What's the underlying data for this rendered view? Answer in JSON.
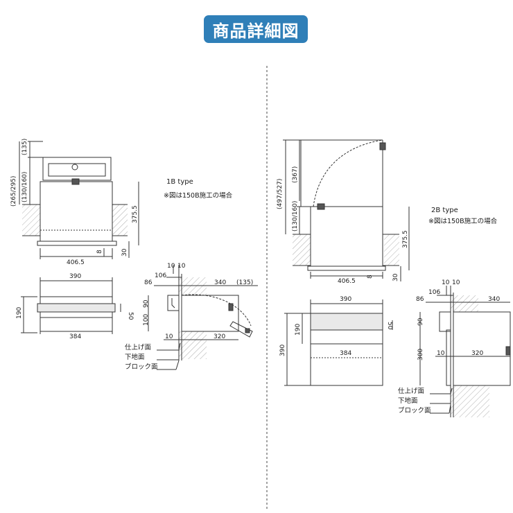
{
  "title": "商品詳細図",
  "colors": {
    "banner": "#2f7fb8",
    "line": "#333333",
    "hatch": "#aaaaaa"
  },
  "type_1b": {
    "type_label": "1B type",
    "note": "※図は150B施工の場合",
    "dims": {
      "top_135": "(135)",
      "range_265_295": "(265/295)",
      "range_130_160": "(130/160)",
      "height_375": "375.5",
      "width_406": "406.5",
      "d8": "8",
      "d30": "30",
      "w390": "390",
      "h190": "190",
      "w384": "384",
      "d50": "50",
      "d10a": "10",
      "d10b": "10",
      "d86": "86",
      "d106": "106",
      "d340": "340",
      "d135b": "(135)",
      "d90": "90",
      "d100": "100",
      "d10c": "10",
      "d320": "320"
    },
    "labels": {
      "finish": "仕上げ面",
      "base": "下地面",
      "block": "ブロック面"
    }
  },
  "type_2b": {
    "type_label": "2B type",
    "note": "※図は150B施工の場合",
    "dims": {
      "range_497_527": "(497/527)",
      "d367": "(367)",
      "range_130_160": "(130/160)",
      "height_375": "375.5",
      "width_406": "406.5",
      "d8": "8",
      "d30": "30",
      "w390": "390",
      "h190": "190",
      "h390": "390",
      "w384": "384",
      "d50": "50",
      "d10a": "10",
      "d10b": "10",
      "d86": "86",
      "d106": "106",
      "d340": "340",
      "d90": "90",
      "d300": "300",
      "d10c": "10",
      "d320": "320"
    },
    "labels": {
      "finish": "仕上げ面",
      "base": "下地面",
      "block": "ブロック面"
    }
  }
}
